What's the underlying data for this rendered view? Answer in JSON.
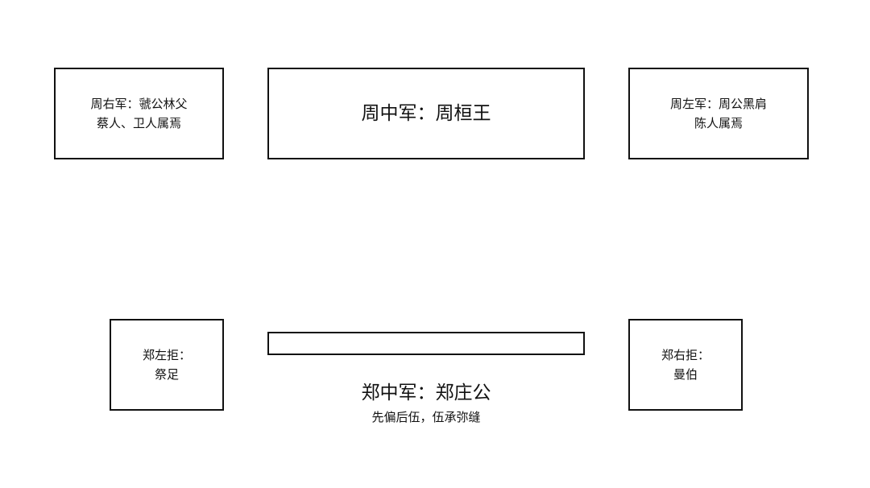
{
  "zhou_army": {
    "right": {
      "line1": "周右军：虢公林父",
      "line2": "蔡人、卫人属焉"
    },
    "center": {
      "title": "周中军：周桓王"
    },
    "left": {
      "line1": "周左军：周公黑肩",
      "line2": "陈人属焉"
    }
  },
  "zheng_army": {
    "left": {
      "line1": "郑左拒：",
      "line2": "祭足"
    },
    "center": {
      "title": "郑中军：郑庄公",
      "subtitle": "先偏后伍，伍承弥缝"
    },
    "right": {
      "line1": "郑右拒：",
      "line2": "曼伯"
    }
  }
}
